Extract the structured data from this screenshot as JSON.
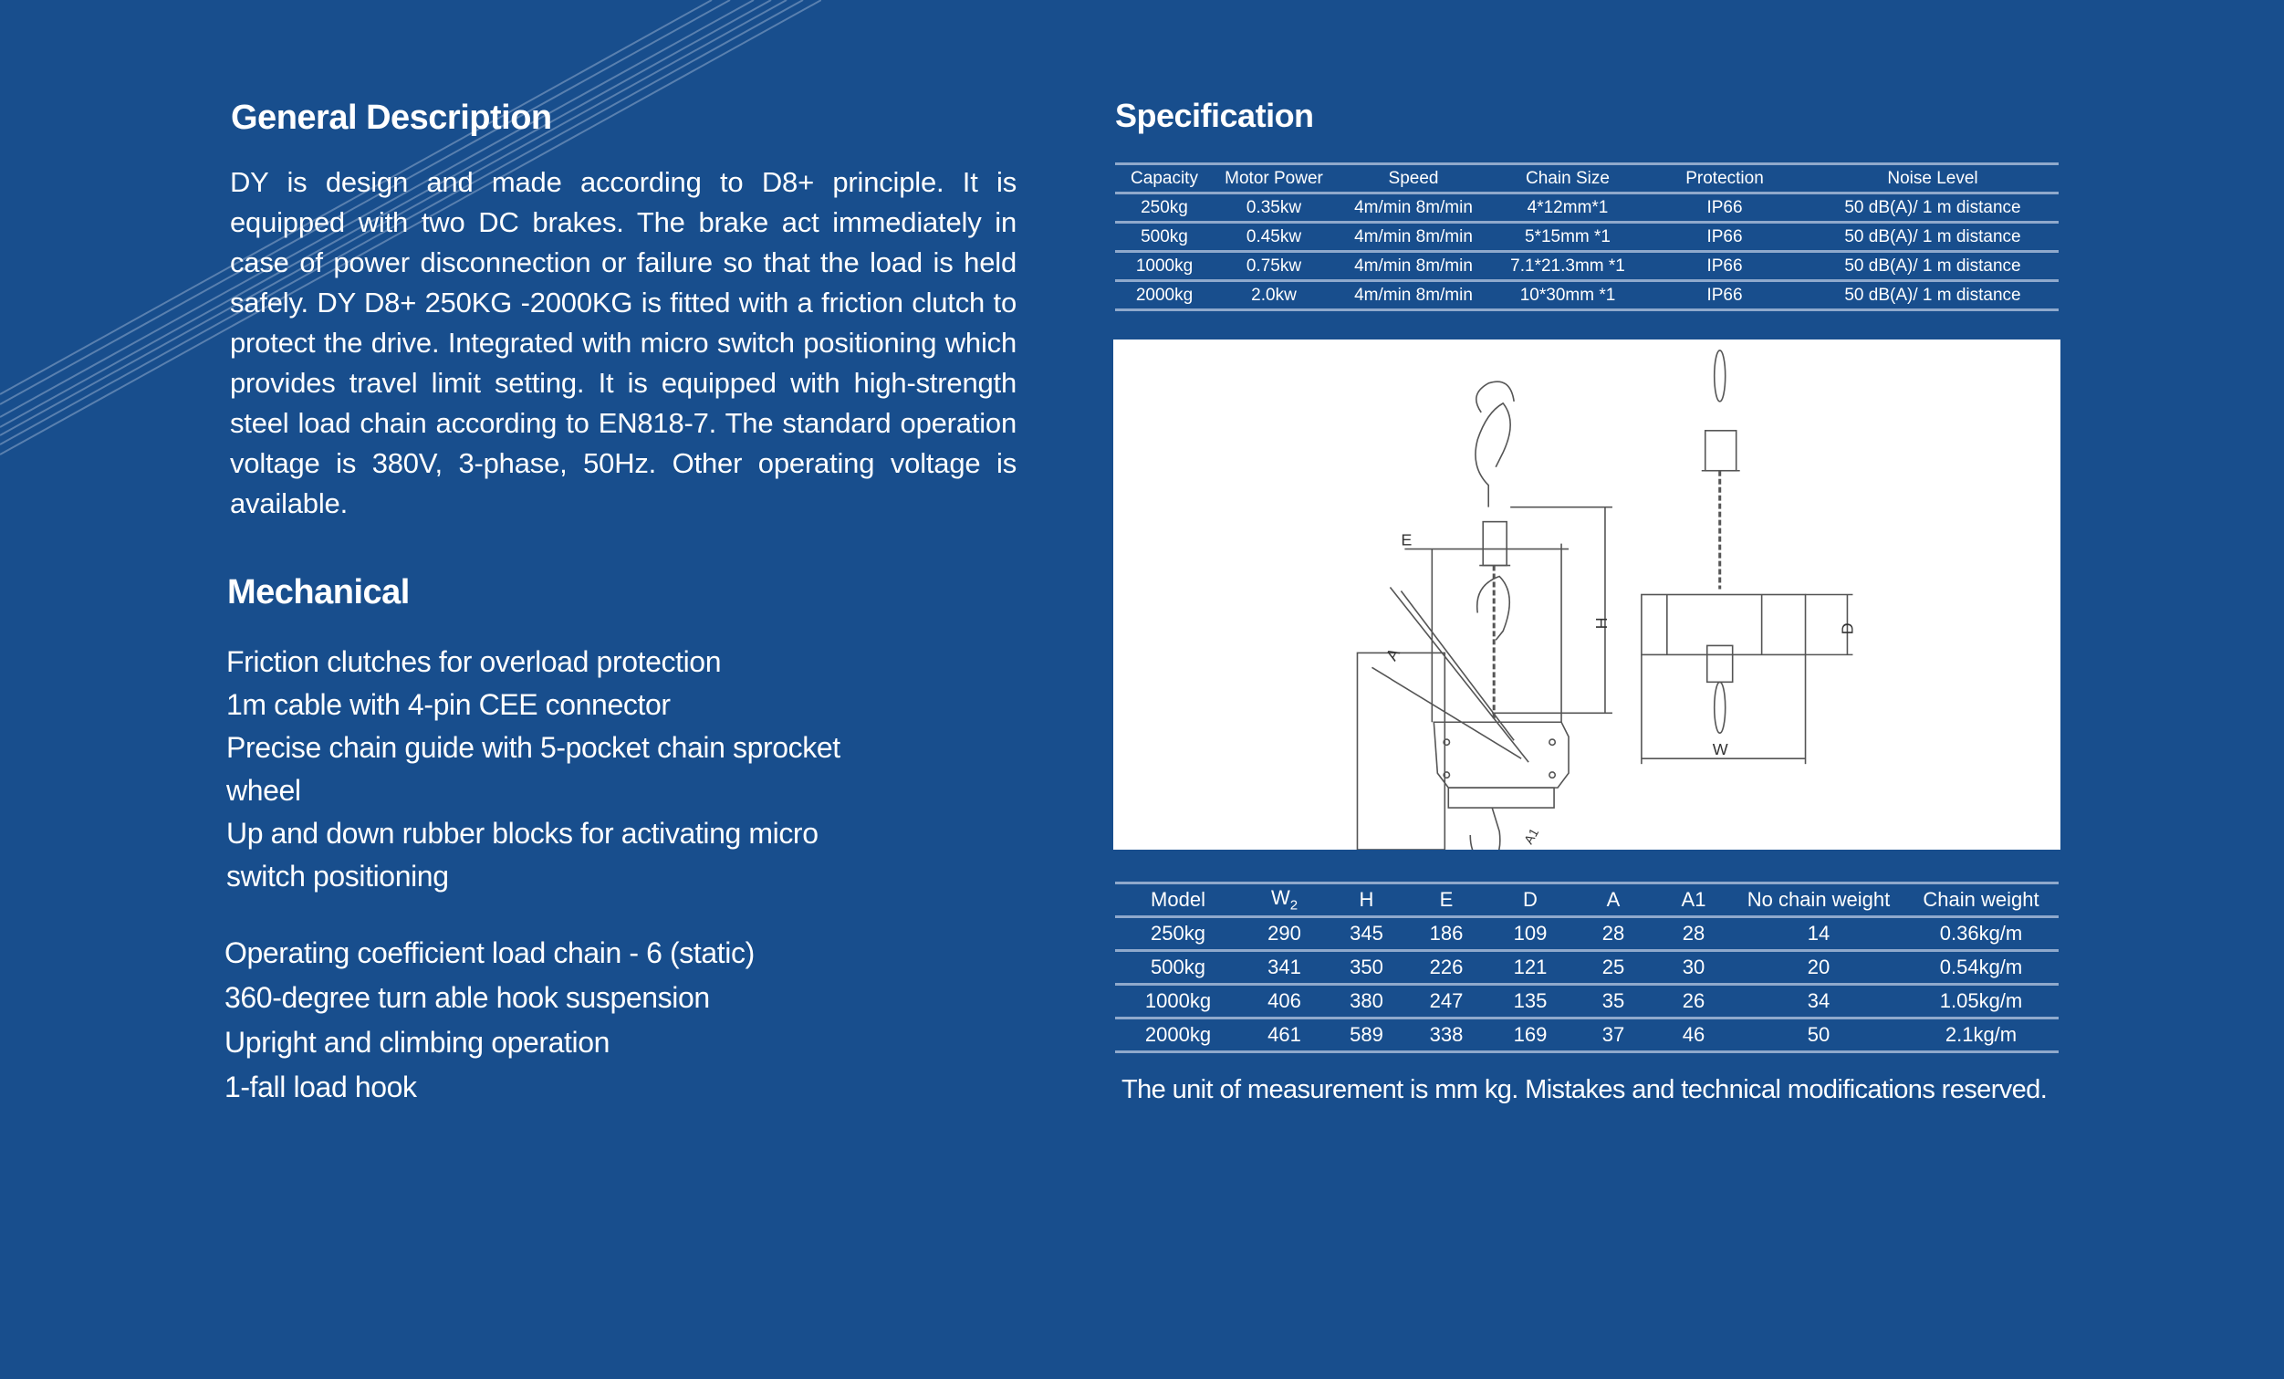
{
  "colors": {
    "background": "#184e8d",
    "text": "#ffffff",
    "rule": "#8fa9cc"
  },
  "general": {
    "title": "General Description",
    "text": "DY is design and made according to D8+ principle. It is equipped with two DC brakes. The brake act immediately in case of power disconnection or failure so that the load is held safely. DY D8+ 250KG -2000KG is fitted with a friction clutch to protect the drive. Integrated with micro switch positioning which provides travel limit setting. It is equipped with high-strength steel load chain according to EN818-7. The standard operation voltage is 380V, 3-phase, 50Hz. Other operating voltage is available."
  },
  "mechanical": {
    "title": "Mechanical",
    "features": [
      "Friction clutches for overload protection",
      "1m cable with 4-pin CEE connector",
      "Precise chain guide with 5-pocket chain sprocket wheel",
      "Up and down rubber blocks for activating micro switch positioning"
    ],
    "features2": [
      "Operating coefficient load chain - 6 (static)",
      "360-degree turn able hook suspension",
      "Upright and climbing operation",
      "1-fall load hook"
    ]
  },
  "specification": {
    "title": "Specification",
    "headers": [
      "Capacity",
      "Motor Power",
      "Speed",
      "Chain Size",
      "Protection",
      "Noise Level"
    ],
    "rows": [
      [
        "250kg",
        "0.35kw",
        "4m/min 8m/min",
        "4*12mm*1",
        "IP66",
        "50 dB(A)/ 1 m distance"
      ],
      [
        "500kg",
        "0.45kw",
        "4m/min 8m/min",
        "5*15mm *1",
        "IP66",
        "50 dB(A)/ 1 m distance"
      ],
      [
        "1000kg",
        "0.75kw",
        "4m/min 8m/min",
        "7.1*21.3mm *1",
        "IP66",
        "50 dB(A)/ 1 m distance"
      ],
      [
        "2000kg",
        "2.0kw",
        "4m/min 8m/min",
        "10*30mm *1",
        "IP66",
        "50 dB(A)/ 1 m distance"
      ]
    ]
  },
  "diagram": {
    "labels": {
      "E": "E",
      "H": "H",
      "A": "A",
      "A1": "A1",
      "D": "D",
      "W": "W"
    }
  },
  "dimensions": {
    "headers": [
      "Model",
      "W",
      "H",
      "E",
      "D",
      "A",
      "A1",
      "No chain weight",
      "Chain weight"
    ],
    "w_subscript": "2",
    "rows": [
      [
        "250kg",
        "290",
        "345",
        "186",
        "109",
        "28",
        "28",
        "14",
        "0.36kg/m"
      ],
      [
        "500kg",
        "341",
        "350",
        "226",
        "121",
        "25",
        "30",
        "20",
        "0.54kg/m"
      ],
      [
        "1000kg",
        "406",
        "380",
        "247",
        "135",
        "35",
        "26",
        "34",
        "1.05kg/m"
      ],
      [
        "2000kg",
        "461",
        "589",
        "338",
        "169",
        "37",
        "46",
        "50",
        "2.1kg/m"
      ]
    ],
    "note": "The unit of measurement is mm kg.  Mistakes and technical modifications reserved."
  }
}
